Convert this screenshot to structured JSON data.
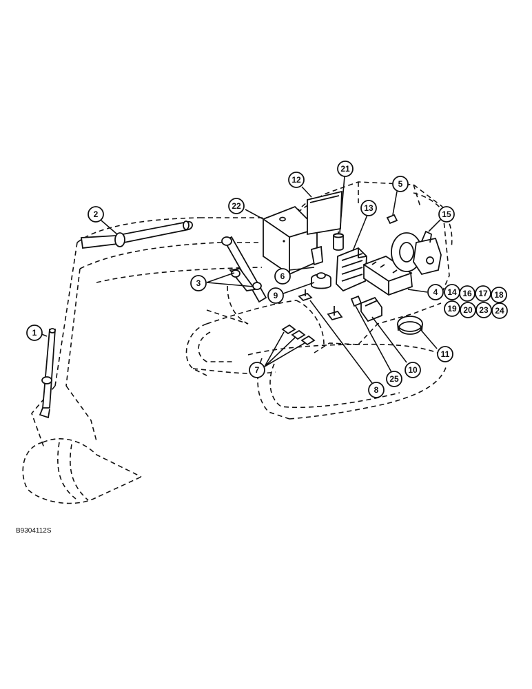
{
  "figure": {
    "reference": "B9304112S",
    "callouts": [
      "1",
      "2",
      "3",
      "4",
      "5",
      "6",
      "7",
      "8",
      "9",
      "10",
      "11",
      "12",
      "13",
      "14",
      "15",
      "16",
      "17",
      "18",
      "19",
      "20",
      "21",
      "22",
      "23",
      "24",
      "25"
    ]
  }
}
